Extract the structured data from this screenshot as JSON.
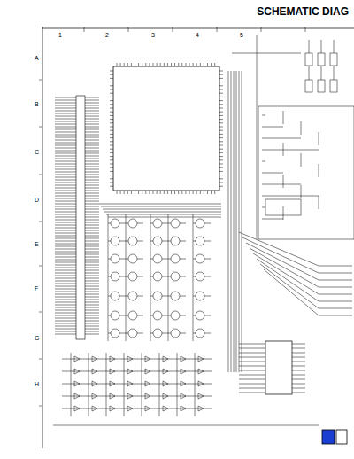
{
  "diagram": {
    "title": "SCHEMATIC DIAG",
    "labels": [
      "1",
      "2",
      "3",
      "4",
      "5",
      "A",
      "B",
      "C",
      "D",
      "E",
      "F",
      "G",
      "H"
    ]
  }
}
